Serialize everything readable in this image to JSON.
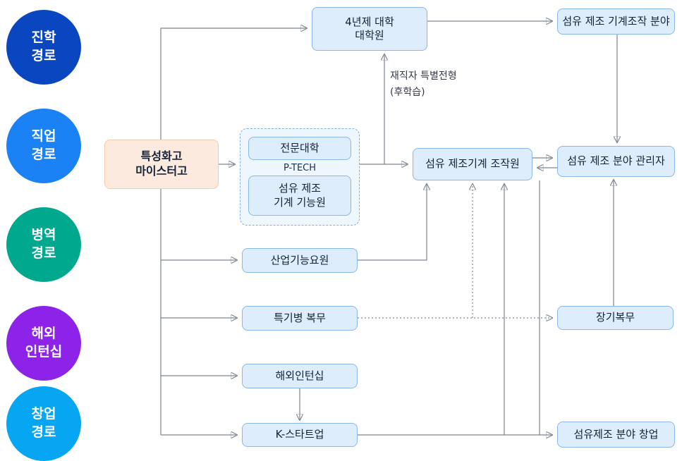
{
  "palette": {
    "node_fill": "#ddedfc",
    "node_border": "#89b8e8",
    "group_fill": "#eef6fe",
    "group_border": "#7fb0e0",
    "start_fill": "#fdeadf",
    "start_border": "#f3cbaa",
    "line": "#7d8690",
    "text": "#132238"
  },
  "legend": {
    "circles": [
      {
        "label": "진학\n경로",
        "color": "#0a46c0"
      },
      {
        "label": "직업\n경로",
        "color": "#1b82f5"
      },
      {
        "label": "병역\n경로",
        "color": "#00a98e"
      },
      {
        "label": "해외\n인턴십",
        "color": "#8d23e9"
      },
      {
        "label": "창업\n경로",
        "color": "#06a6f2"
      }
    ]
  },
  "nodes": {
    "start": "특성화고\n마이스터고",
    "university": "4년제 대학\n대학원",
    "machine_field": "섬유 제조 기계조작 분야",
    "college": "전문대학",
    "ptech": "P-TECH",
    "technician": "섬유 제조\n기계 기능원",
    "operator": "섬유 제조기계 조작원",
    "manager": "섬유 제조 분야 관리자",
    "industrial_agent": "산업기능요원",
    "military": "특기병 복무",
    "long_service": "장기복무",
    "intern": "해외인턴십",
    "k_startup": "K-스타트업",
    "startup": "섬유제조 분야 창업"
  },
  "annotations": {
    "special_admission": "재직자 특별전형\n(후학습)"
  }
}
